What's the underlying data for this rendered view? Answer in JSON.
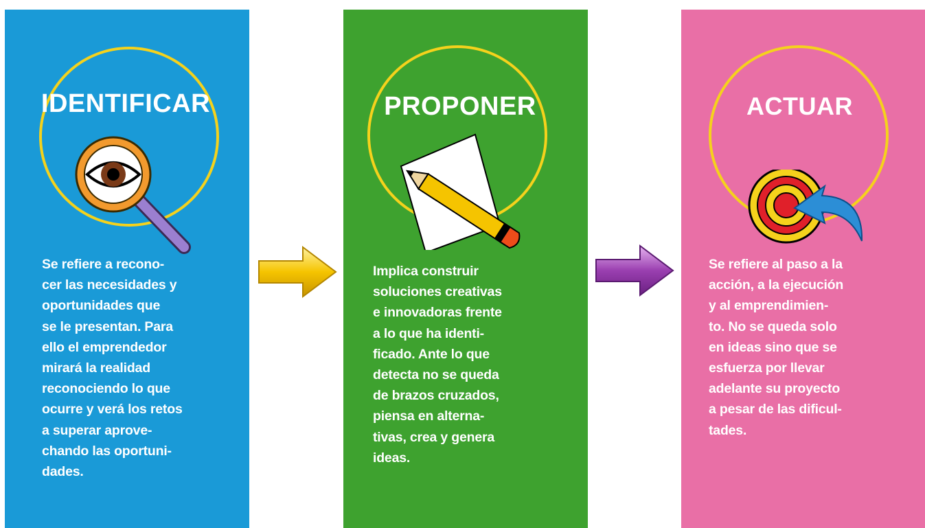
{
  "steps": [
    {
      "title": "IDENTIFICAR",
      "icon": "magnifying-glass-eye-icon",
      "color": "#1a9ad7",
      "description": "Se refiere a recono-\ncer las necesidades y\noportunidades que\nse le presentan. Para\nello el emprendedor\nmirará la realidad\nreconociendo lo que\nocurre y verá los retos\na superar aprove-\nchando las oportuni-\ndades."
    },
    {
      "title": "PROPONER",
      "icon": "pencil-paper-icon",
      "color": "#3ea22f",
      "description": "Implica construir\nsoluciones creativas\ne innovadoras frente\na lo que ha identi-\nficado.  Ante lo que\ndetecta no se queda\nde brazos cruzados,\npiensa en alterna-\ntivas, crea y genera\nideas."
    },
    {
      "title": "ACTUAR",
      "icon": "target-arrow-icon",
      "color": "#e96fa6",
      "description": "Se refiere al paso a la\nacción, a la ejecución\ny al emprendimien-\nto. No se queda solo\nen ideas sino que se\nesfuerza por llevar\nadelante su proyecto\na pesar de las dificul-\ntades."
    }
  ],
  "arrows": [
    {
      "icon": "right-arrow-icon",
      "color": "#f5c400"
    },
    {
      "icon": "right-arrow-icon",
      "color": "#9a3fb0"
    }
  ],
  "accent_ring_color": "#f5d21c"
}
